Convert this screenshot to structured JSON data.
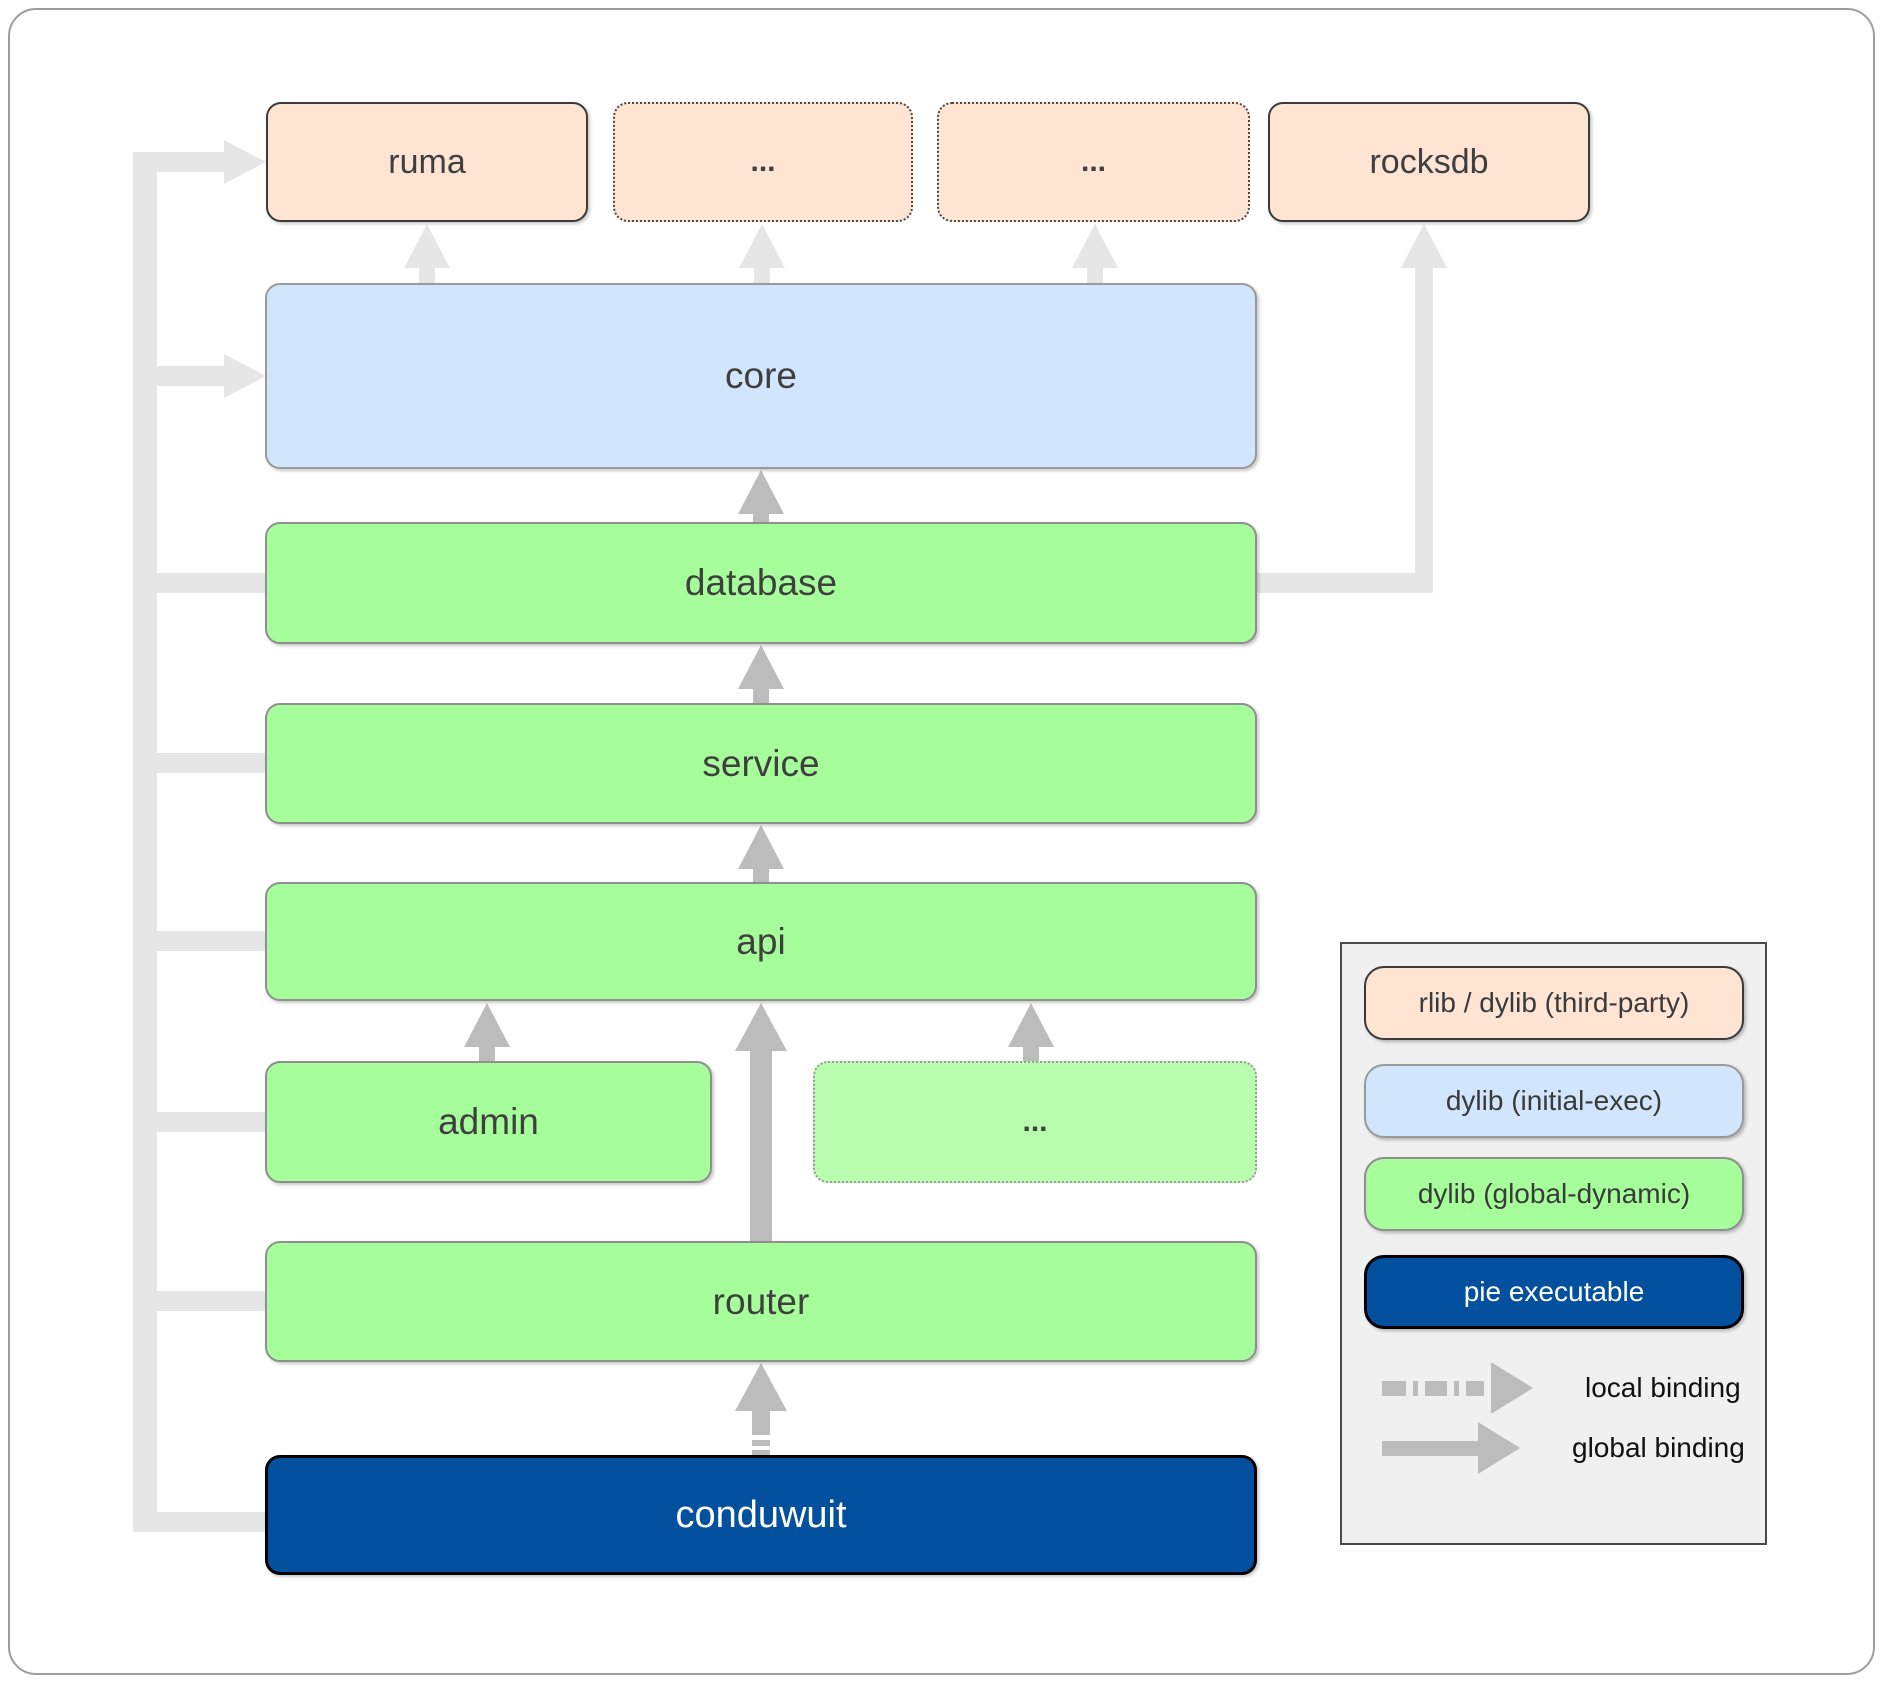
{
  "diagram": {
    "nodes": {
      "ruma": "ruma",
      "ellipsis_top_left": "...",
      "ellipsis_top_right": "...",
      "rocksdb": "rocksdb",
      "core": "core",
      "database": "database",
      "service": "service",
      "api": "api",
      "admin": "admin",
      "ellipsis_mid": "...",
      "router": "router",
      "conduwuit": "conduwuit"
    },
    "legend": {
      "items": [
        {
          "label": "rlib / dylib (third-party)",
          "color": "#FEE4D3"
        },
        {
          "label": "dylib (initial-exec)",
          "color": "#D1E5FC"
        },
        {
          "label": "dylib (global-dynamic)",
          "color": "#A5FE99"
        },
        {
          "label": "pie executable",
          "color": "#03509F"
        }
      ],
      "local_binding_label": "local binding",
      "global_binding_label": "global binding"
    },
    "colors": {
      "third_party_fill": "#FEE4D3",
      "initial_exec_fill": "#D1E5FC",
      "global_dynamic_fill": "#A5FE99",
      "global_dynamic_light_fill": "#B9FEAE",
      "executable_fill": "#03509F",
      "layer_binding_arrow": "#BCBCBC",
      "executable_binding_line": "#E6E6E6"
    }
  }
}
